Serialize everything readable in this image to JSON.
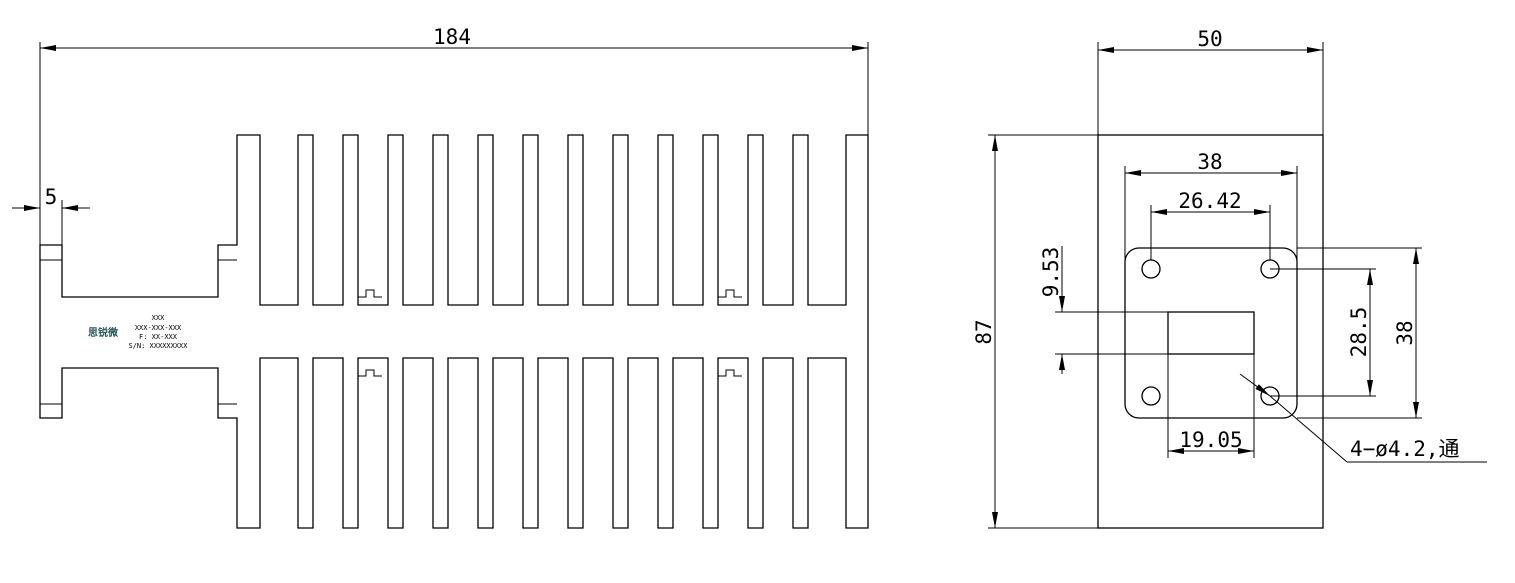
{
  "side_view": {
    "dimensions": {
      "overall_length": "184",
      "flange_thickness": "5"
    },
    "nameplate": {
      "logo_text": "思锐微",
      "line1": "XXX",
      "line2": "XXX-XXX-XXX",
      "line3": "F: XX-XXX",
      "line4": "S/N: XXXXXXXXX"
    }
  },
  "end_view": {
    "dimensions": {
      "overall_width": "50",
      "overall_height": "87",
      "hole_spacing_horizontal": "26.42",
      "flange_width": "38",
      "hole_spacing_vertical": "28.5",
      "flange_height": "38",
      "aperture_height": "9.53",
      "aperture_width": "19.05"
    },
    "hole_callout": "4−ø4.2,通"
  }
}
